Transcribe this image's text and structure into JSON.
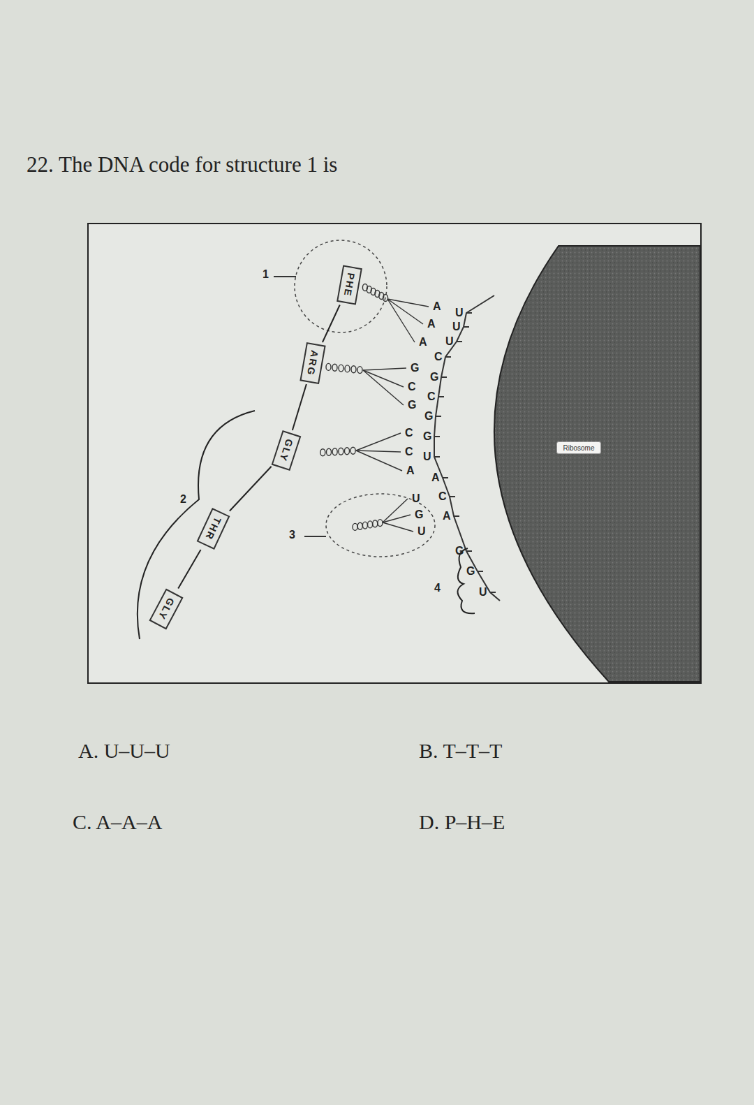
{
  "diagram": {
    "title": "22. The DNA code for structure 1 is",
    "nodes": [
      {
        "text": [
          "PHE"
        ]
      },
      {
        "text": [
          "ARG"
        ]
      },
      {
        "text": [
          "GLY"
        ]
      },
      {
        "text": [
          "THR"
        ]
      },
      {
        "text": [
          "GLY"
        ]
      },
      {
        "text": [
          "Ribosome"
        ]
      }
    ],
    "edges": [
      {
        "from": 0,
        "to": 1,
        "arrow": "none"
      },
      {
        "from": 1,
        "to": 2,
        "arrow": "none"
      },
      {
        "from": 2,
        "to": 3,
        "arrow": "none"
      },
      {
        "from": 3,
        "to": 4,
        "arrow": "none"
      }
    ],
    "labels": [
      "1",
      "2",
      "3",
      "4",
      "U",
      "U",
      "U",
      "C",
      "G",
      "C",
      "G",
      "G",
      "U",
      "A",
      "C",
      "A",
      "G",
      "G",
      "U",
      "A",
      "A",
      "A",
      "G",
      "C",
      "G",
      "C",
      "C",
      "A",
      "U",
      "G",
      "U",
      "A.  U–U–U",
      "B.  T–T–T",
      "C.  A–A–A",
      "D.  P–H–E"
    ]
  }
}
